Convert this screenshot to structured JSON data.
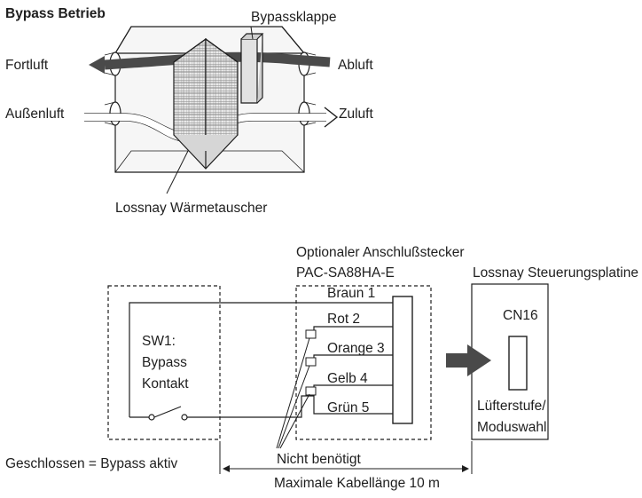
{
  "top": {
    "title": "Bypass Betrieb",
    "bypassklappe": "Bypassklappe",
    "fortluft": "Fortluft",
    "abluft": "Abluft",
    "aussenluft": "Außenluft",
    "zuluft": "Zuluft",
    "waermetauscher": "Lossnay Wärmetauscher"
  },
  "wiring": {
    "connector_title": "Optionaler Anschlußstecker",
    "connector_model": "PAC-SA88HA-E",
    "board_title": "Lossnay Steuerungsplatine",
    "wires": [
      "Braun 1",
      "Rot 2",
      "Orange 3",
      "Gelb 4",
      "Grün 5"
    ],
    "switch_label": [
      "SW1:",
      "Bypass",
      "Kontakt"
    ],
    "cn16": "CN16",
    "mode_label": [
      "Lüfterstufe/",
      "Moduswahl"
    ],
    "geschlossen": "Geschlossen = Bypass aktiv",
    "nicht_benoetigt": "Nicht benötigt",
    "kabellaenge": "Maximale Kabellänge 10 m"
  },
  "colors": {
    "line": "#1e1e1e",
    "arrow_fill": "#4a4a4a",
    "exchanger_face": "#bdbdbd",
    "housing": "#f4f4f4"
  }
}
